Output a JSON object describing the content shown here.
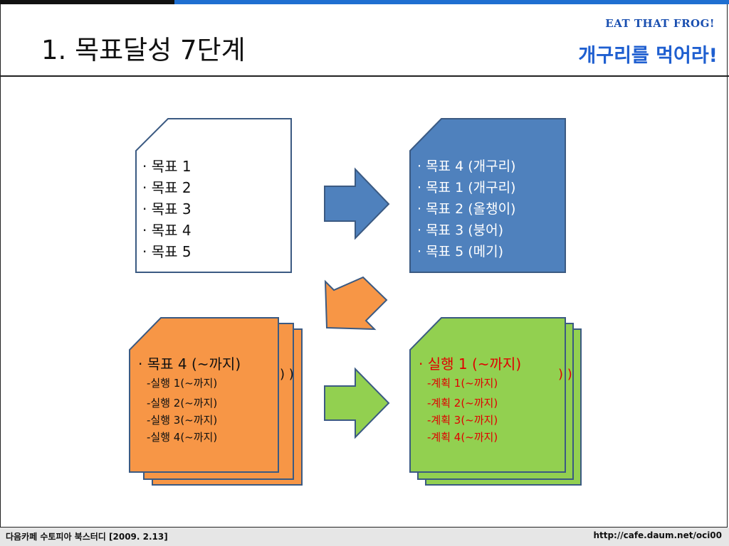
{
  "title": "1. 목표달성 7단계",
  "brand": {
    "english": "EAT THAT FROG!",
    "korean": "개구리를 먹어라!"
  },
  "boxes": {
    "goals": {
      "items": [
        "· 목표 1",
        "· 목표 2",
        "· 목표 3",
        "· 목표 4",
        "· 목표 5"
      ]
    },
    "prioritized": {
      "items": [
        "· 목표 4 (개구리)",
        "· 목표 1 (개구리)",
        "· 목표 2 (올챙이)",
        "· 목표 3 (붕어)",
        "· 목표 5 (메기)"
      ]
    },
    "goal_actions": {
      "heading": "· 목표 4 (~까지)",
      "back_marks": ") )",
      "items": [
        "-실행 1(~까지)",
        "-실행 2(~까지)",
        "-실행 3(~까지)",
        "-실행 4(~까지)"
      ]
    },
    "action_plans": {
      "heading": "· 실행 1 (~까지)",
      "back_marks": ") )",
      "items": [
        "-계획 1(~까지)",
        "-계획 2(~까지)",
        "-계획 3(~까지)",
        "-계획 4(~까지)"
      ]
    }
  },
  "colors": {
    "blue": "#4f81bd",
    "orange": "#f79646",
    "green": "#92d050",
    "red_text": "#e00000",
    "outline": "#3b5a82"
  },
  "footer": {
    "left": "다음카페 수토피아 북스터디 [2009. 2.13]",
    "right": "http://cafe.daum.net/oci00"
  }
}
